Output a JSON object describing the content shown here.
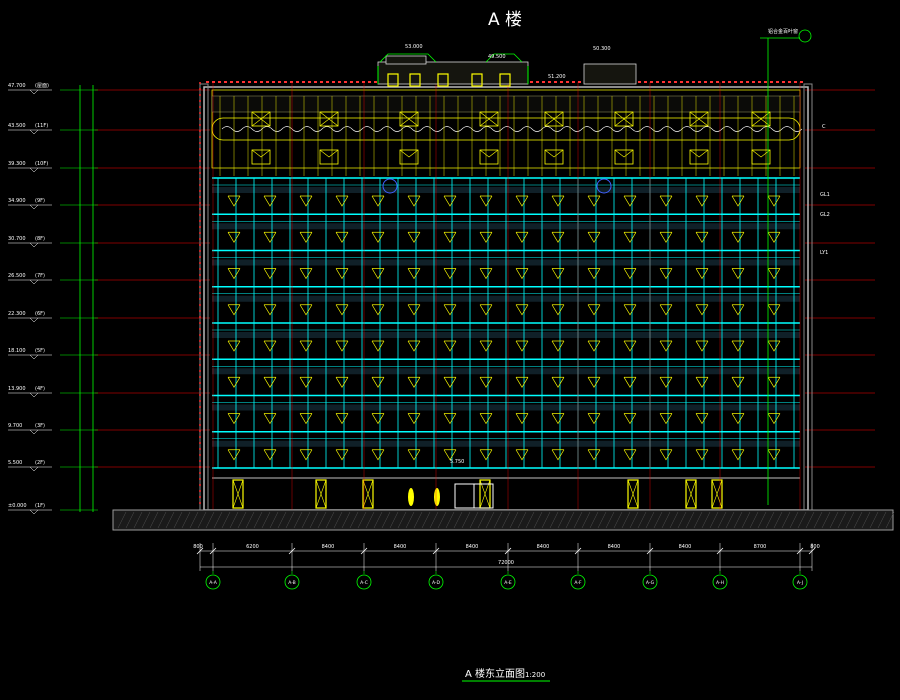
{
  "drawing": {
    "title": "A 楼",
    "caption": "A 楼东立面图",
    "scale": "1:200",
    "colors": {
      "background": "#000000",
      "facade_grid": "#00ffff",
      "frames": "#ffff00",
      "ground": "#808080",
      "level_lines": "#ff0000",
      "dimension": "#00ff00",
      "axis_circle": "#00ff00"
    }
  },
  "levels": [
    {
      "value": "47.700",
      "name": "(屋面)"
    },
    {
      "value": "43.500",
      "name": "(11F)"
    },
    {
      "value": "39.300",
      "name": "(10F)"
    },
    {
      "value": "34.900",
      "name": "(9F)"
    },
    {
      "value": "30.700",
      "name": "(8F)"
    },
    {
      "value": "26.500",
      "name": "(7F)"
    },
    {
      "value": "22.300",
      "name": "(6F)"
    },
    {
      "value": "18.100",
      "name": "(5F)"
    },
    {
      "value": "13.900",
      "name": "(4F)"
    },
    {
      "value": "9.700",
      "name": "(3F)"
    },
    {
      "value": "5.500",
      "name": "(2F)"
    },
    {
      "value": "±0.000",
      "name": "(1F)"
    }
  ],
  "axes": [
    "A-A",
    "A-B",
    "A-C",
    "A-D",
    "A-E",
    "A-F",
    "A-G",
    "A-H",
    "A-J"
  ],
  "dimensions": {
    "segments": [
      "6200",
      "8400",
      "8400",
      "8400",
      "8400",
      "8400",
      "8400",
      "8700"
    ],
    "total": "72000",
    "left_end": "800",
    "right_end": "800"
  },
  "annotations": {
    "roof_top_left": "53.000",
    "roof_top_mid": "49.500",
    "roof_top_right": "50.300",
    "roof_top_small": "51.200",
    "entrance_level": "5.750",
    "right_note": "铝合金百叶窗",
    "right_tag_1": "GL1",
    "right_tag_2": "GL2",
    "right_tag_3": "LY1",
    "right_tag_4": "C"
  }
}
